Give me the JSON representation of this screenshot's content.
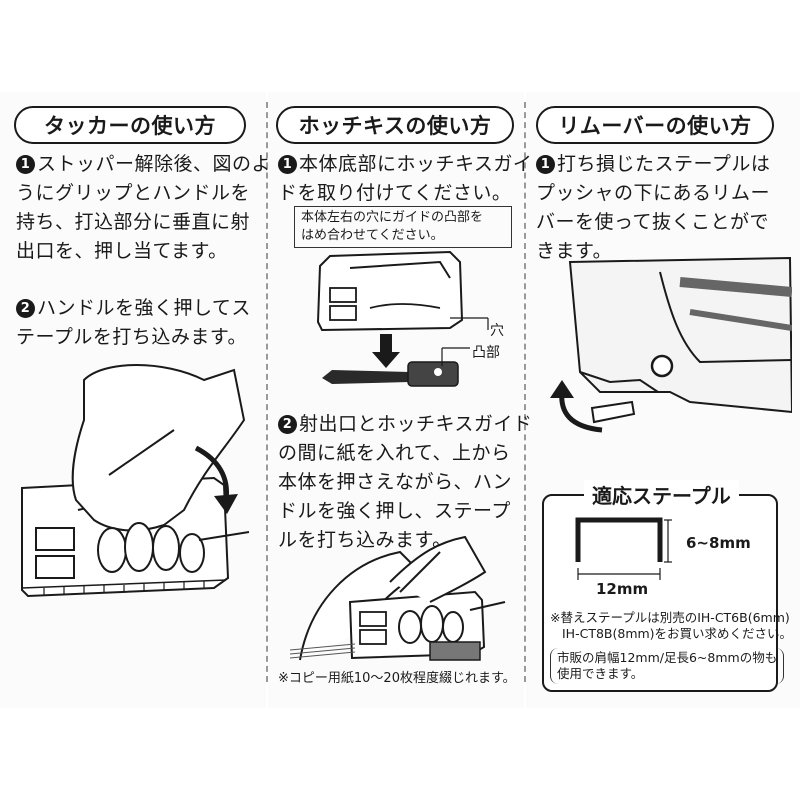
{
  "columns": [
    {
      "title": "タッカーの使い方",
      "steps": [
        {
          "num": "1",
          "lines": [
            "ストッパー解除後、図のよ",
            "うにグリップとハンドルを",
            "持ち、打込部分に垂直に射",
            "出口を、押し当てます。"
          ]
        },
        {
          "num": "2",
          "lines": [
            "ハンドルを強く押してス",
            "テープルを打ち込みます。"
          ]
        }
      ]
    },
    {
      "title": "ホッチキスの使い方",
      "steps": [
        {
          "num": "1",
          "lines": [
            "本体底部にホッチキスガイ",
            "ドを取り付けてください。"
          ]
        },
        {
          "num": "2",
          "lines": [
            "射出口とホッチキスガイド",
            "の間に紙を入れて、上から",
            "本体を押さえながら、ハン",
            "ドルを強く押し、ステープ",
            "ルを打ち込みます。"
          ]
        }
      ],
      "note_lines": [
        "本体左右の穴にガイドの凸部を",
        "はめ合わせてください。"
      ],
      "label_hole": "穴",
      "label_bump": "凸部",
      "footnote": "※コピー用紙10〜20枚程度綴じれます。"
    },
    {
      "title": "リムーバーの使い方",
      "steps": [
        {
          "num": "1",
          "lines": [
            "打ち損じたステープルは",
            "プッシャの下にあるリムー",
            "バーを使って抜くことがで",
            "きます。"
          ]
        }
      ],
      "staple_title": "適応ステープル",
      "height_label": "6~8mm",
      "width_label": "12mm",
      "note_lines": [
        "※替えステープルは別売のIH-CT6B(6mm)",
        "IH-CT8B(8mm)をお買い求めください。"
      ],
      "bracket_lines": [
        "市販の肩幅12mm/足長6~8mmの物も",
        "使用できます。"
      ]
    }
  ]
}
